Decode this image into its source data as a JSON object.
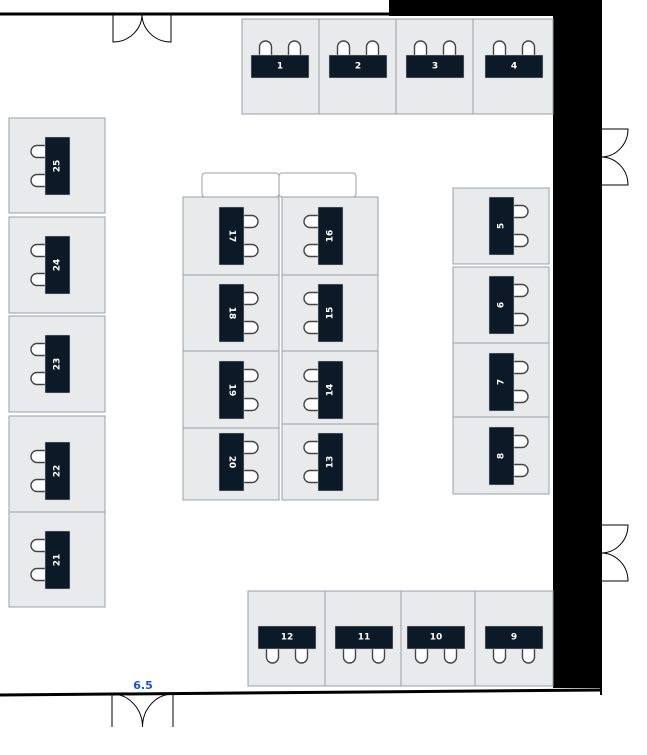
{
  "room": {
    "label": "6.5",
    "colors": {
      "wall": "#000000",
      "desk": "#0b1a26",
      "cell_fill": "#e8eaec",
      "cell_stroke": "#9aa0a6",
      "chair_stroke": "#444444",
      "label": "#1f4fd6",
      "background": "#ffffff"
    }
  },
  "desks": [
    {
      "id": "desk-1",
      "label": "1"
    },
    {
      "id": "desk-2",
      "label": "2"
    },
    {
      "id": "desk-3",
      "label": "3"
    },
    {
      "id": "desk-4",
      "label": "4"
    },
    {
      "id": "desk-5",
      "label": "5"
    },
    {
      "id": "desk-6",
      "label": "6"
    },
    {
      "id": "desk-7",
      "label": "7"
    },
    {
      "id": "desk-8",
      "label": "8"
    },
    {
      "id": "desk-9",
      "label": "9"
    },
    {
      "id": "desk-10",
      "label": "10"
    },
    {
      "id": "desk-11",
      "label": "11"
    },
    {
      "id": "desk-12",
      "label": "12"
    },
    {
      "id": "desk-13",
      "label": "13"
    },
    {
      "id": "desk-14",
      "label": "14"
    },
    {
      "id": "desk-15",
      "label": "15"
    },
    {
      "id": "desk-16",
      "label": "16"
    },
    {
      "id": "desk-17",
      "label": "17"
    },
    {
      "id": "desk-18",
      "label": "18"
    },
    {
      "id": "desk-19",
      "label": "19"
    },
    {
      "id": "desk-20",
      "label": "20"
    },
    {
      "id": "desk-21",
      "label": "21"
    },
    {
      "id": "desk-22",
      "label": "22"
    },
    {
      "id": "desk-23",
      "label": "23"
    },
    {
      "id": "desk-24",
      "label": "24"
    },
    {
      "id": "desk-25",
      "label": "25"
    }
  ]
}
